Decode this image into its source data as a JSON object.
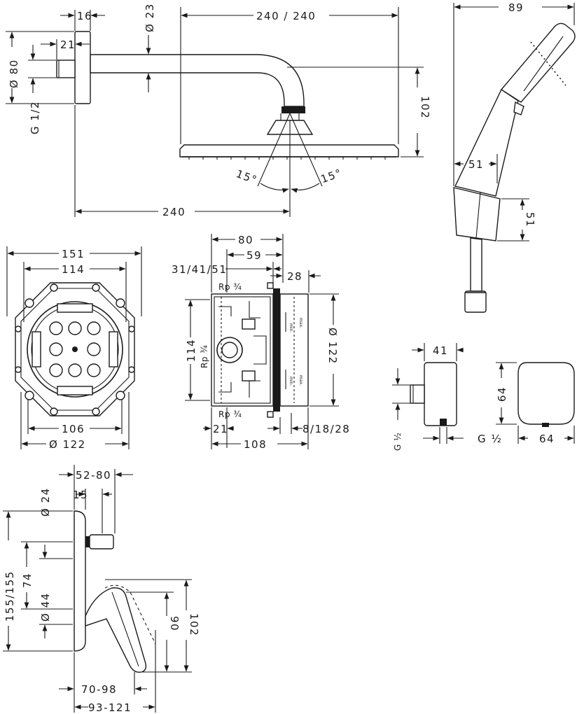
{
  "shower_head": {
    "d_16": "16",
    "d_21": "21",
    "d_23": "Ø 23",
    "d_80": "Ø 80",
    "d_g12": "G 1/2",
    "d_240_240": "240 / 240",
    "d_102": "102",
    "d_240": "240",
    "angle_left": "15°",
    "angle_right": "15°"
  },
  "hand_shower": {
    "d_89": "89",
    "d_51a": "51",
    "d_51b": "51"
  },
  "box_front": {
    "d_151": "151",
    "d_114": "114",
    "d_106": "106",
    "d_122": "Ø 122"
  },
  "box_side": {
    "d_80": "80",
    "d_59": "59",
    "d_31": "31/41/51",
    "d_28": "28",
    "rp_top": "Rp ¾",
    "rp_mid": "Rp ¾",
    "rp_bot": "Rp ¾",
    "d_114": "114",
    "d_122": "Ø 122",
    "d_21": "21",
    "d_8": "8/18/28",
    "d_108": "108",
    "min_label": "min.",
    "max_label": "max."
  },
  "outlet": {
    "d_41": "41",
    "d_64a": "64",
    "d_64b": "64",
    "g_left": "G ½",
    "g_right": "G ½"
  },
  "mixer": {
    "d_52": "52-80",
    "d_24": "Ø 24",
    "d_15": "15",
    "d_155": "155/155",
    "d_74": "74",
    "d_44": "Ø 44",
    "d_90": "90",
    "d_102": "102",
    "d_70": "70-98",
    "d_93": "93-121"
  }
}
